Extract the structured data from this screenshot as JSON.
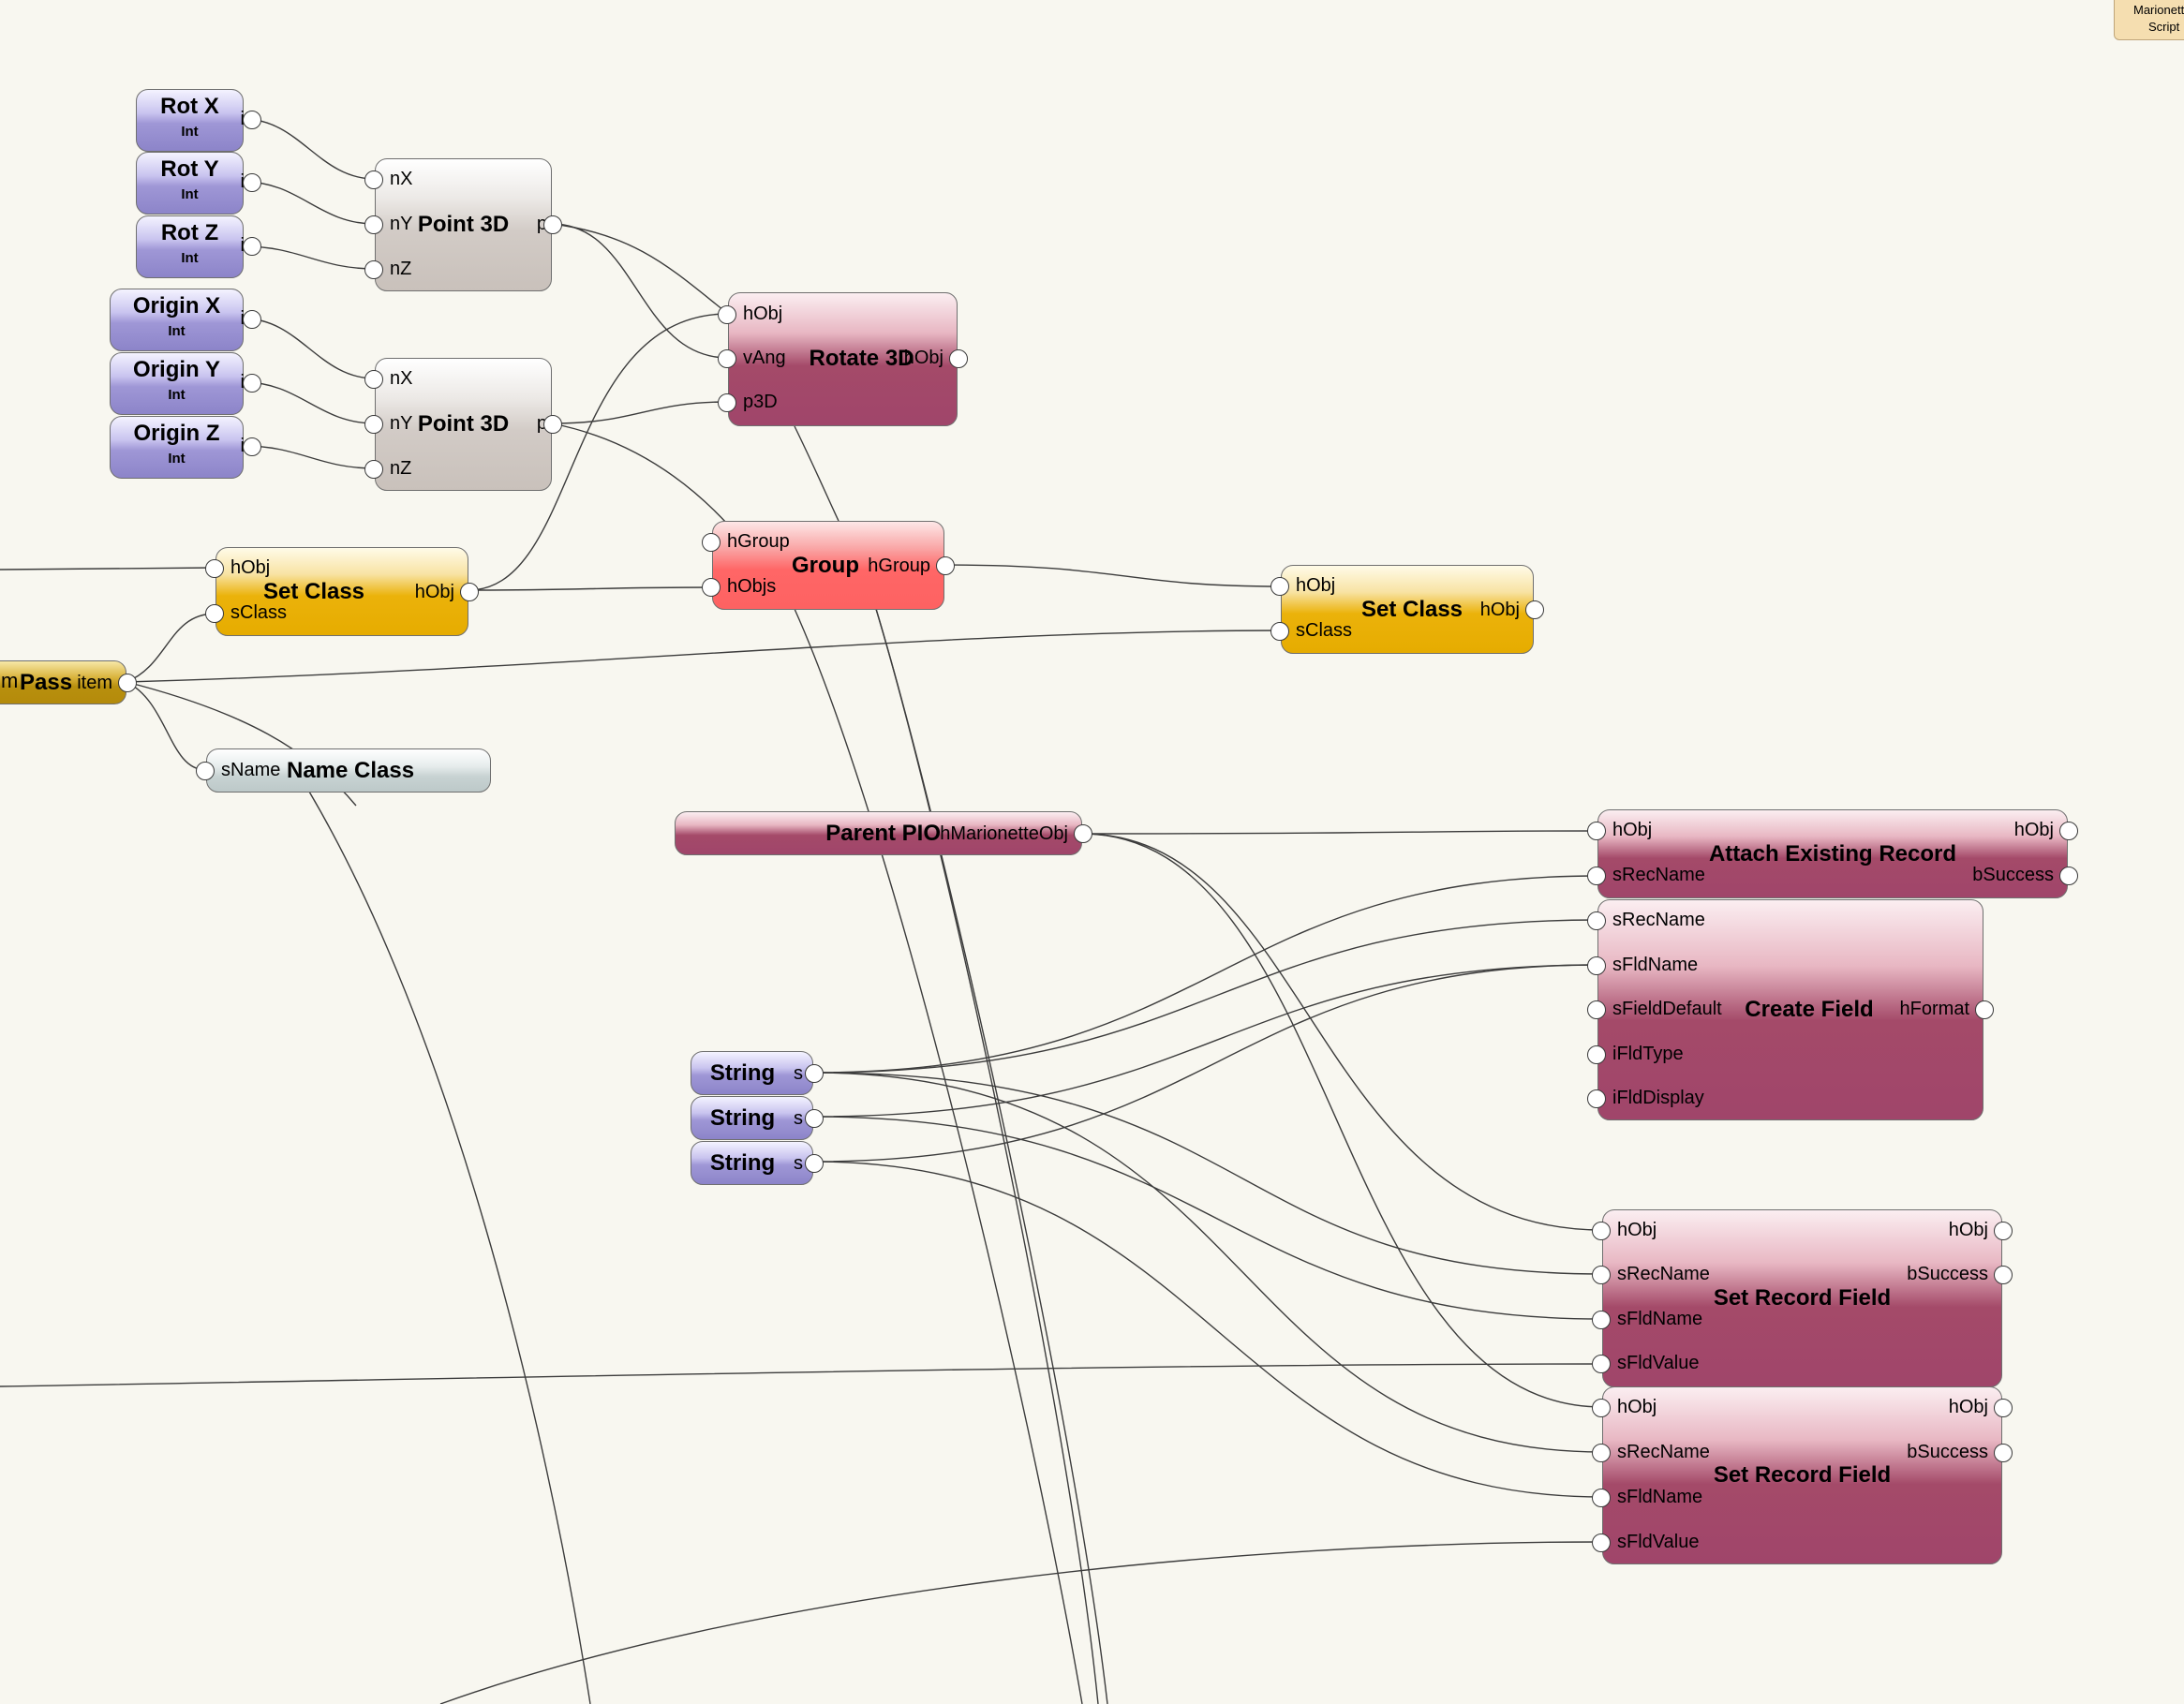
{
  "nodes": {
    "rot_x": {
      "title": "Rot X",
      "sub": "Int",
      "out": "i"
    },
    "rot_y": {
      "title": "Rot Y",
      "sub": "Int",
      "out": "i"
    },
    "rot_z": {
      "title": "Rot Z",
      "sub": "Int",
      "out": "i"
    },
    "origin_x": {
      "title": "Origin X",
      "sub": "Int",
      "out": "i"
    },
    "origin_y": {
      "title": "Origin Y",
      "sub": "Int",
      "out": "i"
    },
    "origin_z": {
      "title": "Origin Z",
      "sub": "Int",
      "out": "i"
    },
    "point3d_1": {
      "title": "Point 3D",
      "inputs": [
        "nX",
        "nY",
        "nZ"
      ],
      "out": "p"
    },
    "point3d_2": {
      "title": "Point 3D",
      "inputs": [
        "nX",
        "nY",
        "nZ"
      ],
      "out": "p"
    },
    "rotate3d": {
      "title": "Rotate 3D",
      "inputs": [
        "hObj",
        "vAng",
        "p3D"
      ],
      "out": "hObj"
    },
    "group": {
      "title": "Group",
      "inputs": [
        "hGroup",
        "hObjs"
      ],
      "out": "hGroup"
    },
    "set_class_1": {
      "title": "Set Class",
      "inputs": [
        "hObj",
        "sClass"
      ],
      "out": "hObj"
    },
    "set_class_2": {
      "title": "Set Class",
      "inputs": [
        "hObj",
        "sClass"
      ],
      "out": "hObj"
    },
    "pass": {
      "title_prefix": "m",
      "title": "Pass",
      "out": "item"
    },
    "name_class": {
      "title": "Name Class",
      "inputs": [
        "sName"
      ]
    },
    "parent_pio": {
      "title": "Parent PIO",
      "out": "hMarionetteObj"
    },
    "attach_record": {
      "title": "Attach Existing Record",
      "inputs": [
        "hObj",
        "sRecName"
      ],
      "outputs": [
        "hObj",
        "bSuccess"
      ]
    },
    "create_field": {
      "title": "Create Field",
      "inputs": [
        "sRecName",
        "sFldName",
        "sFieldDefault",
        "iFldType",
        "iFldDisplay"
      ],
      "out": "hFormat"
    },
    "string_1": {
      "title": "String",
      "out": "s"
    },
    "string_2": {
      "title": "String",
      "out": "s"
    },
    "string_3": {
      "title": "String",
      "out": "s"
    },
    "set_record_1": {
      "title": "Set Record Field",
      "inputs": [
        "hObj",
        "sRecName",
        "sFldName",
        "sFldValue"
      ],
      "outputs": [
        "hObj",
        "bSuccess"
      ]
    },
    "set_record_2": {
      "title": "Set Record Field",
      "inputs": [
        "hObj",
        "sRecName",
        "sFldName",
        "sFldValue"
      ],
      "outputs": [
        "hObj",
        "bSuccess"
      ]
    },
    "marionette_script": {
      "line1": "Marionette",
      "line2": "Script"
    }
  },
  "colors": {
    "canvas": "#f8f7f0",
    "wire": "#3c3c3c",
    "purple": "#8c84c9",
    "gray": "#c9c1bb",
    "maroon": "#a0456a",
    "red": "#fd6262",
    "gold": "#e6ac00",
    "slate": "#bdc9c9",
    "tan": "#f5deb0"
  }
}
